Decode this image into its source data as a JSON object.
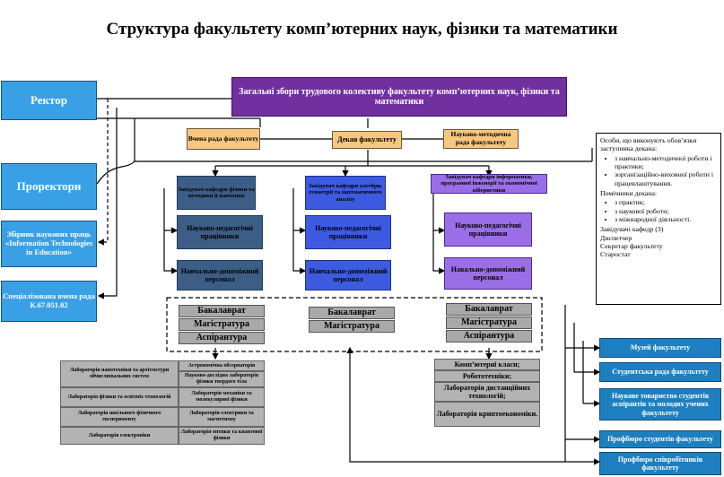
{
  "title": "Структура факультету комп’ютерних наук, фізики та математики",
  "left": {
    "rector": "Ректор",
    "prorector": "Проректори",
    "journal": "Збірник наукових праць «Information Technologies in Education»",
    "council": "Спеціалізована вчена рада К.67.051.02"
  },
  "assembly": "Загальні збори трудового колективу факультету комп’ютерних наук, фізики та математики",
  "top_row": {
    "academic_council": "Вчена рада факультету",
    "dean": "Декан факультету",
    "method_council": "Науково-методична рада факультету"
  },
  "dept1": {
    "head": "Завідувач кафедри фізики та методики її навчання",
    "staff": "Науково-педагогічні працівники",
    "support": "Навчально-допоміжний персонал"
  },
  "dept2": {
    "head": "Завідувач кафедри алгебри, геометрії та математичного аналізу",
    "staff": "Науково-педагогічні працівники",
    "support": "Навчально-допоміжний персонал"
  },
  "dept3": {
    "head": "Завідувач кафедри інформатики, програмної інженерії та економічної кібернетики",
    "staff": "Науково-педагогічні працівники",
    "support": "Навально-допоміжний персонал"
  },
  "levels": {
    "g1": [
      "Бакалаврат",
      "Магістратура",
      "Аспірантура"
    ],
    "g2": [
      "Бакалаврат",
      "Магістратура"
    ],
    "g3": [
      "Бакалаврат",
      "Магістратура",
      "Аспірантура"
    ]
  },
  "labs_left": [
    "Лабораторія нанотехніки та архітектури обчислювальних систем",
    "Лабораторія фізики та освітніх технологій",
    "Лабораторія шкільного фізичного експерименту",
    "Лабораторія електроніки"
  ],
  "labs_mid": [
    "Астрономічна обсерваторія",
    "Науково-дослідна лабораторія фізики твердого тіла",
    "Лабораторія механіки та молекулярної фізики",
    "Лабораторія електрики та магнетизму",
    "Лабораторія оптики та квантової фізики"
  ],
  "labs_right": [
    "Комп’ютерні класи;",
    "Робототехніки;",
    "Лабораторія дистанційних технологій;",
    "Лабораторія криптоекономіки."
  ],
  "info": {
    "intro": "Особи, що виконують обов’язки заступника декана:",
    "deputies": [
      "з навчально-методичної роботи і практики;",
      "зорганізаційно-виховної роботи і працевлаштування."
    ],
    "helpers_title": "Помічники декана:",
    "helpers": [
      "з практик;",
      "з наукової роботи;",
      "з міжнародної діяльності."
    ],
    "staff": [
      "Завідувачі кафедр (3)",
      "Диспетчер",
      "Секретар факультету",
      "Старостат"
    ]
  },
  "right_units": [
    "Музей факультету",
    "Студентська рада факультету",
    "Наукове товариство студентів аспірантів та молодих учених факультету",
    "Профбюро студентів факультету",
    "Профбюро співробітників факультету"
  ]
}
